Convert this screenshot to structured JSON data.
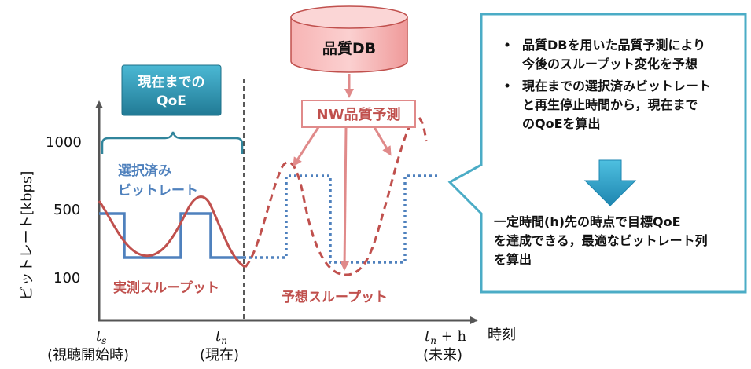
{
  "y_axis": {
    "label": "ビットレート[kbps]",
    "ticks": [
      "1000",
      "500",
      "100"
    ]
  },
  "x_axis": {
    "label": "時刻",
    "t_s": {
      "sym": "t",
      "sub": "s",
      "note": "(視聴開始時)"
    },
    "t_n": {
      "sym": "t",
      "sub": "n",
      "note": "(現在)"
    },
    "t_nh": {
      "sym": "t",
      "sub": "n",
      "suffix": " + h",
      "note": "(未来)"
    }
  },
  "qoe_box": {
    "line1": "現在までの",
    "line2": "QoE"
  },
  "selected_bitrate": {
    "line1": "選択済み",
    "line2": "ビットレート"
  },
  "actual_throughput": "実測スループット",
  "predicted_throughput": "予想スループット",
  "db": {
    "label": "品質DB"
  },
  "nw_prediction": "NW品質予測",
  "info_panel": {
    "bullets": [
      [
        "品質DBを用いた品質予測により",
        "今後のスループット変化を予想"
      ],
      [
        "現在までの選択済みビットレート",
        "と再生停止時間から，現在まで",
        "のQoEを算出"
      ]
    ],
    "conclusion": [
      "一定時間(h)先の時点で目標QoE",
      "を達成できる，最適なビットレート列",
      "を算出"
    ]
  },
  "colors": {
    "blue": "#4f81bd",
    "red": "#c0504d",
    "teal": "#31859c",
    "db_fill": "#f4a0a0",
    "arrow_pink": "#e08a8a",
    "panel_border": "#4bacc6",
    "down_arrow": "#31a1c8"
  }
}
